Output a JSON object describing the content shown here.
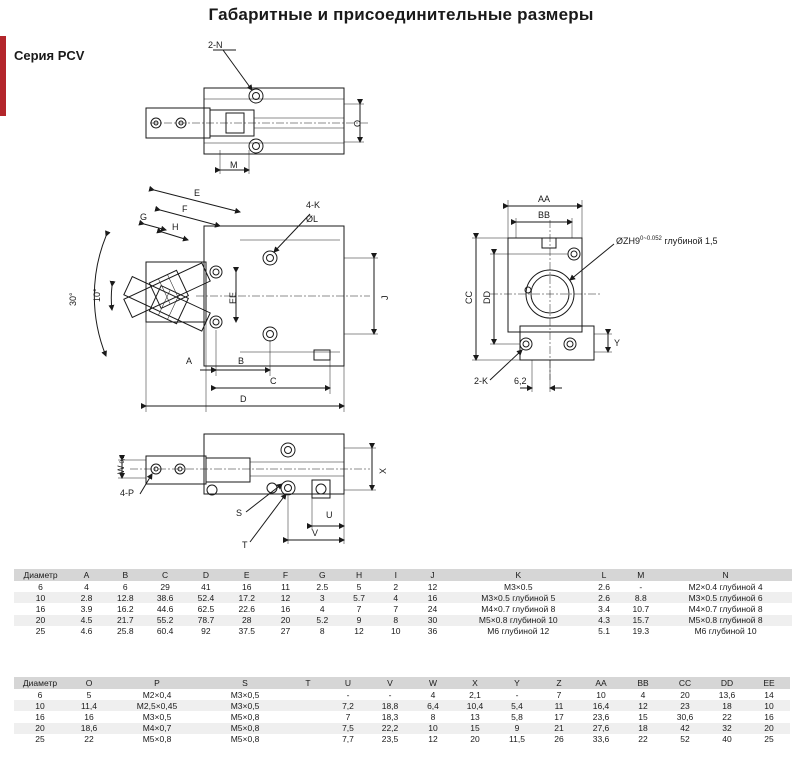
{
  "page": {
    "title": "Габаритные и присоединительные размеры",
    "series": "Серия PCV"
  },
  "drawing_labels": {
    "top_2n": "2-N",
    "top_o": "O",
    "top_m": "M",
    "side_e": "E",
    "side_f": "F",
    "side_g": "G",
    "side_h": "H",
    "side_4k": "4-K",
    "side_dl": "ØL",
    "side_30": "30°",
    "side_10": "10°",
    "side_ee": "EE",
    "side_j": "J",
    "side_a": "A",
    "side_b": "B",
    "side_c": "C",
    "side_d": "D",
    "end_aa": "AA",
    "end_bb": "BB",
    "end_zh": "ØZH9",
    "end_zh_sup": "0~0.052",
    "end_zh_tail": " глубиной 1,5",
    "end_cc": "CC",
    "end_dd": "DD",
    "end_y": "Y",
    "end_2k": "2-K",
    "end_62": "6,2",
    "bot_w": "W",
    "bot_w_sub": "-0,1",
    "bot_4p": "4-P",
    "bot_x": "X",
    "bot_s": "S",
    "bot_t": "T",
    "bot_u": "U",
    "bot_v": "V"
  },
  "table1": {
    "headers": [
      "Диаметр",
      "A",
      "B",
      "C",
      "D",
      "E",
      "F",
      "G",
      "H",
      "I",
      "J",
      "K",
      "L",
      "M",
      "N"
    ],
    "rows": [
      [
        "6",
        "4",
        "6",
        "29",
        "41",
        "16",
        "11",
        "2.5",
        "5",
        "2",
        "12",
        "M3×0.5",
        "2.6",
        "-",
        "M2×0.4 глубиной 4"
      ],
      [
        "10",
        "2.8",
        "12.8",
        "38.6",
        "52.4",
        "17.2",
        "12",
        "3",
        "5.7",
        "4",
        "16",
        "M3×0.5 глубиной 5",
        "2.6",
        "8.8",
        "M3×0.5 глубиной 6"
      ],
      [
        "16",
        "3.9",
        "16.2",
        "44.6",
        "62.5",
        "22.6",
        "16",
        "4",
        "7",
        "7",
        "24",
        "M4×0.7 глубиной 8",
        "3.4",
        "10.7",
        "M4×0.7 глубиной 8"
      ],
      [
        "20",
        "4.5",
        "21.7",
        "55.2",
        "78.7",
        "28",
        "20",
        "5.2",
        "9",
        "8",
        "30",
        "M5×0.8 глубиной 10",
        "4.3",
        "15.7",
        "M5×0.8 глубиной 8"
      ],
      [
        "25",
        "4.6",
        "25.8",
        "60.4",
        "92",
        "37.5",
        "27",
        "8",
        "12",
        "10",
        "36",
        "M6 глубиной 12",
        "5.1",
        "19.3",
        "M6 глубиной 10"
      ]
    ]
  },
  "table2": {
    "headers": [
      "Диаметр",
      "O",
      "P",
      "S",
      "T",
      "U",
      "V",
      "W",
      "X",
      "Y",
      "Z",
      "AA",
      "BB",
      "CC",
      "DD",
      "EE"
    ],
    "rows": [
      [
        "6",
        "5",
        "M2×0,4",
        "M3×0,5",
        "",
        "-",
        "-",
        "4",
        "2,1",
        "-",
        "7",
        "10",
        "4",
        "20",
        "13,6",
        "14"
      ],
      [
        "10",
        "11,4",
        "M2,5×0,45",
        "M3×0,5",
        "",
        "7,2",
        "18,8",
        "6,4",
        "10,4",
        "5,4",
        "11",
        "16,4",
        "12",
        "23",
        "18",
        "10"
      ],
      [
        "16",
        "16",
        "M3×0,5",
        "M5×0,8",
        "",
        "7",
        "18,3",
        "8",
        "13",
        "5,8",
        "17",
        "23,6",
        "15",
        "30,6",
        "22",
        "16"
      ],
      [
        "20",
        "18,6",
        "M4×0,7",
        "M5×0,8",
        "",
        "7,5",
        "22,2",
        "10",
        "15",
        "9",
        "21",
        "27,6",
        "18",
        "42",
        "32",
        "20"
      ],
      [
        "25",
        "22",
        "M5×0,8",
        "M5×0,8",
        "",
        "7,7",
        "23,5",
        "12",
        "20",
        "11,5",
        "26",
        "33,6",
        "22",
        "52",
        "40",
        "25"
      ]
    ]
  }
}
